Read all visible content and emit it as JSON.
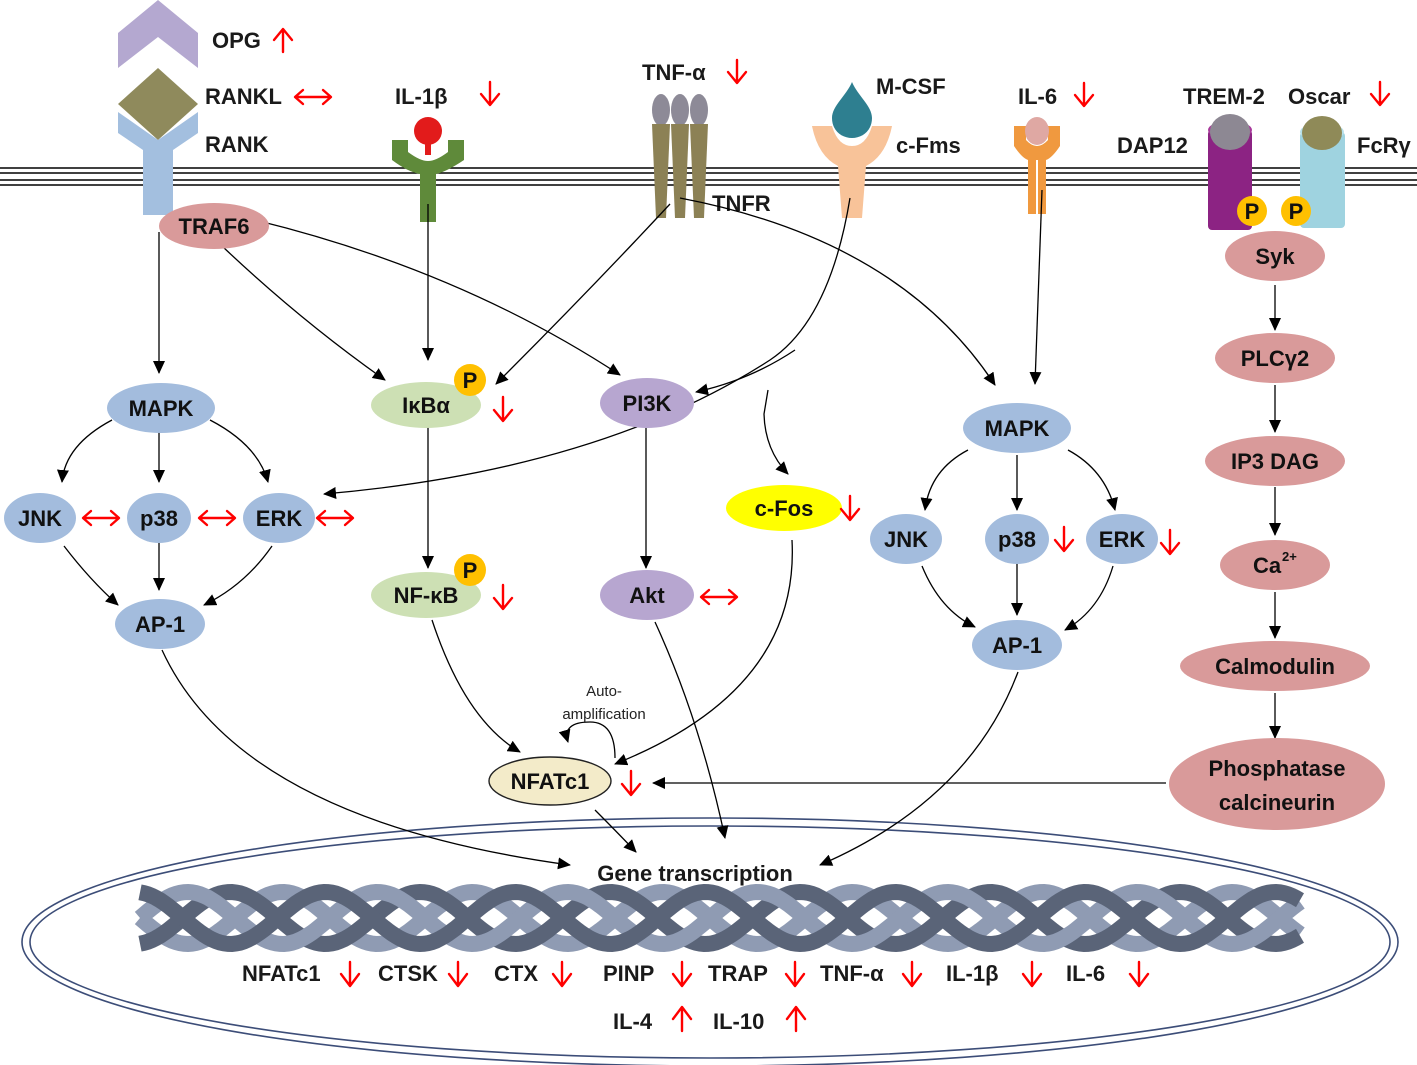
{
  "colors": {
    "rank_blue": "#a3bfdf",
    "il1_green": "#5f8a3a",
    "tnfr_olive": "#8c8155",
    "cfms_peach": "#f8c399",
    "il6_orange": "#f0993f",
    "dap12_purple": "#8c2383",
    "fcry_cyan": "#9fd3e0",
    "mapk_blue": "#a3bcdd",
    "ikba_green": "#cde0b4",
    "pi3k_purple": "#b7a6d0",
    "cfos_yellow": "#ffff00",
    "nfatc1_beige": "#f3ebc9",
    "syk_pink": "#d99a9a",
    "phospho_gold": "#ffc000",
    "indicator_red": "#ff0000",
    "dna_strand": "#5a6478"
  },
  "receptors": {
    "opg": "OPG",
    "rankl": "RANKL",
    "rank": "RANK",
    "il1b": "IL-1β",
    "tnfa": "TNF-α",
    "tnfr": "TNFR",
    "mcsf": "M-CSF",
    "cfms": "c-Fms",
    "il6": "IL-6",
    "trem2": "TREM-2",
    "oscar": "Oscar",
    "dap12": "DAP12",
    "fcry": "FcRγ"
  },
  "nodes": {
    "traf6": "TRAF6",
    "mapk_left": "MAPK",
    "jnk_left": "JNK",
    "p38_left": "p38",
    "erk_left": "ERK",
    "ap1_left": "AP-1",
    "ikba": "IκBα",
    "nfkb": "NF-κB",
    "pi3k": "PI3K",
    "akt": "Akt",
    "cfos": "c-Fos",
    "mapk_right": "MAPK",
    "jnk_right": "JNK",
    "p38_right": "p38",
    "erk_right": "ERK",
    "ap1_right": "AP-1",
    "nfatc1": "NFATc1",
    "syk": "Syk",
    "plcg2": "PLCγ2",
    "ip3dag": "IP3 DAG",
    "ca": "Ca",
    "ca_charge": "2+",
    "calmodulin": "Calmodulin",
    "phosphatase": "Phosphatase",
    "calcineurin": "calcineurin",
    "phospho": "P"
  },
  "annotations": {
    "auto_line1": "Auto-",
    "auto_line2": "amplification"
  },
  "nucleus": {
    "title": "Gene transcription",
    "genes_row1": [
      "NFATc1",
      "CTSK",
      "CTX",
      "PINP",
      "TRAP",
      "TNF-α",
      "IL-1β",
      "IL-6"
    ],
    "genes_row2": [
      "IL-4",
      "IL-10"
    ]
  }
}
